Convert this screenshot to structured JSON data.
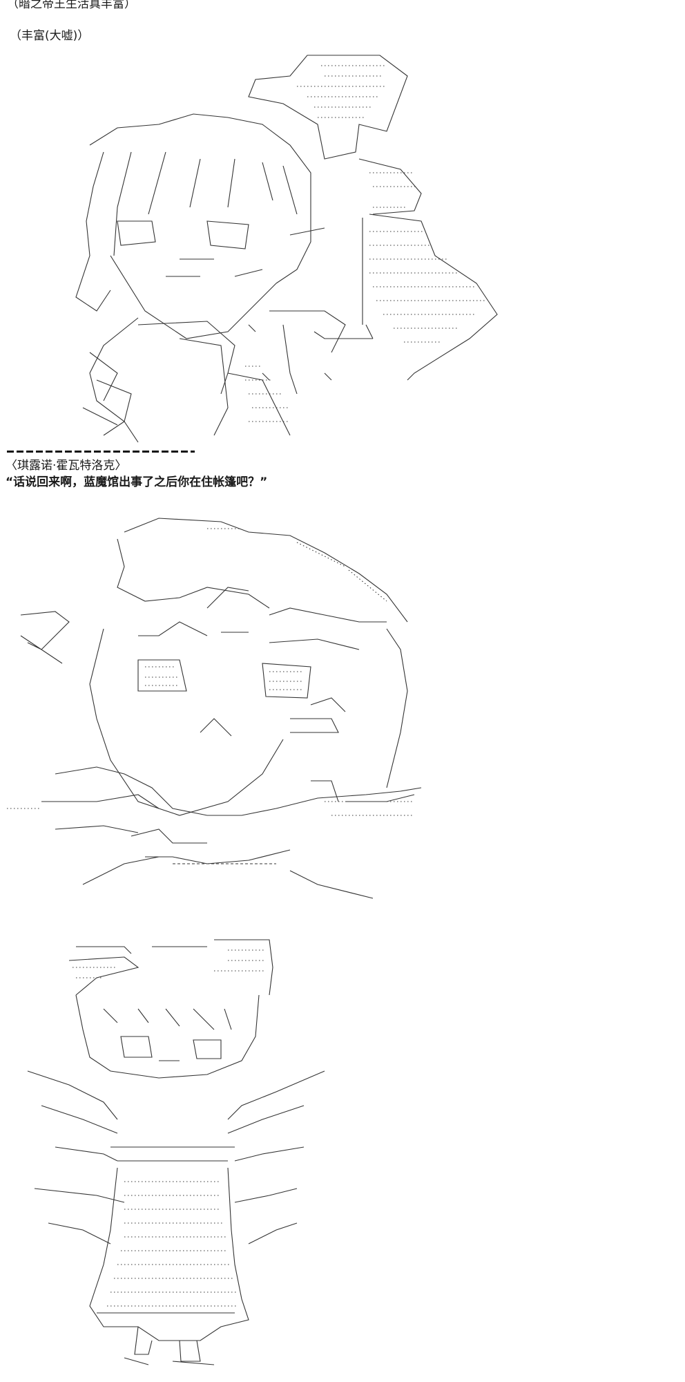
{
  "header": {
    "line1": "（暗之帝王生活真丰富）",
    "line2": "（丰富(大嘘)）"
  },
  "divider": "－－－－－－－－－－－－－－－－",
  "dialogue": {
    "speaker": "〈琪露诺·霍瓦特洛克〉",
    "quote": "“话说回来啊，蓝魔馆出事了之后你在住帐篷吧？”"
  },
  "art": {
    "figure1": "ascii-art-character-rumia",
    "figure2": "ascii-art-character-cirno",
    "figure3": "ascii-art-character-small-winged"
  }
}
